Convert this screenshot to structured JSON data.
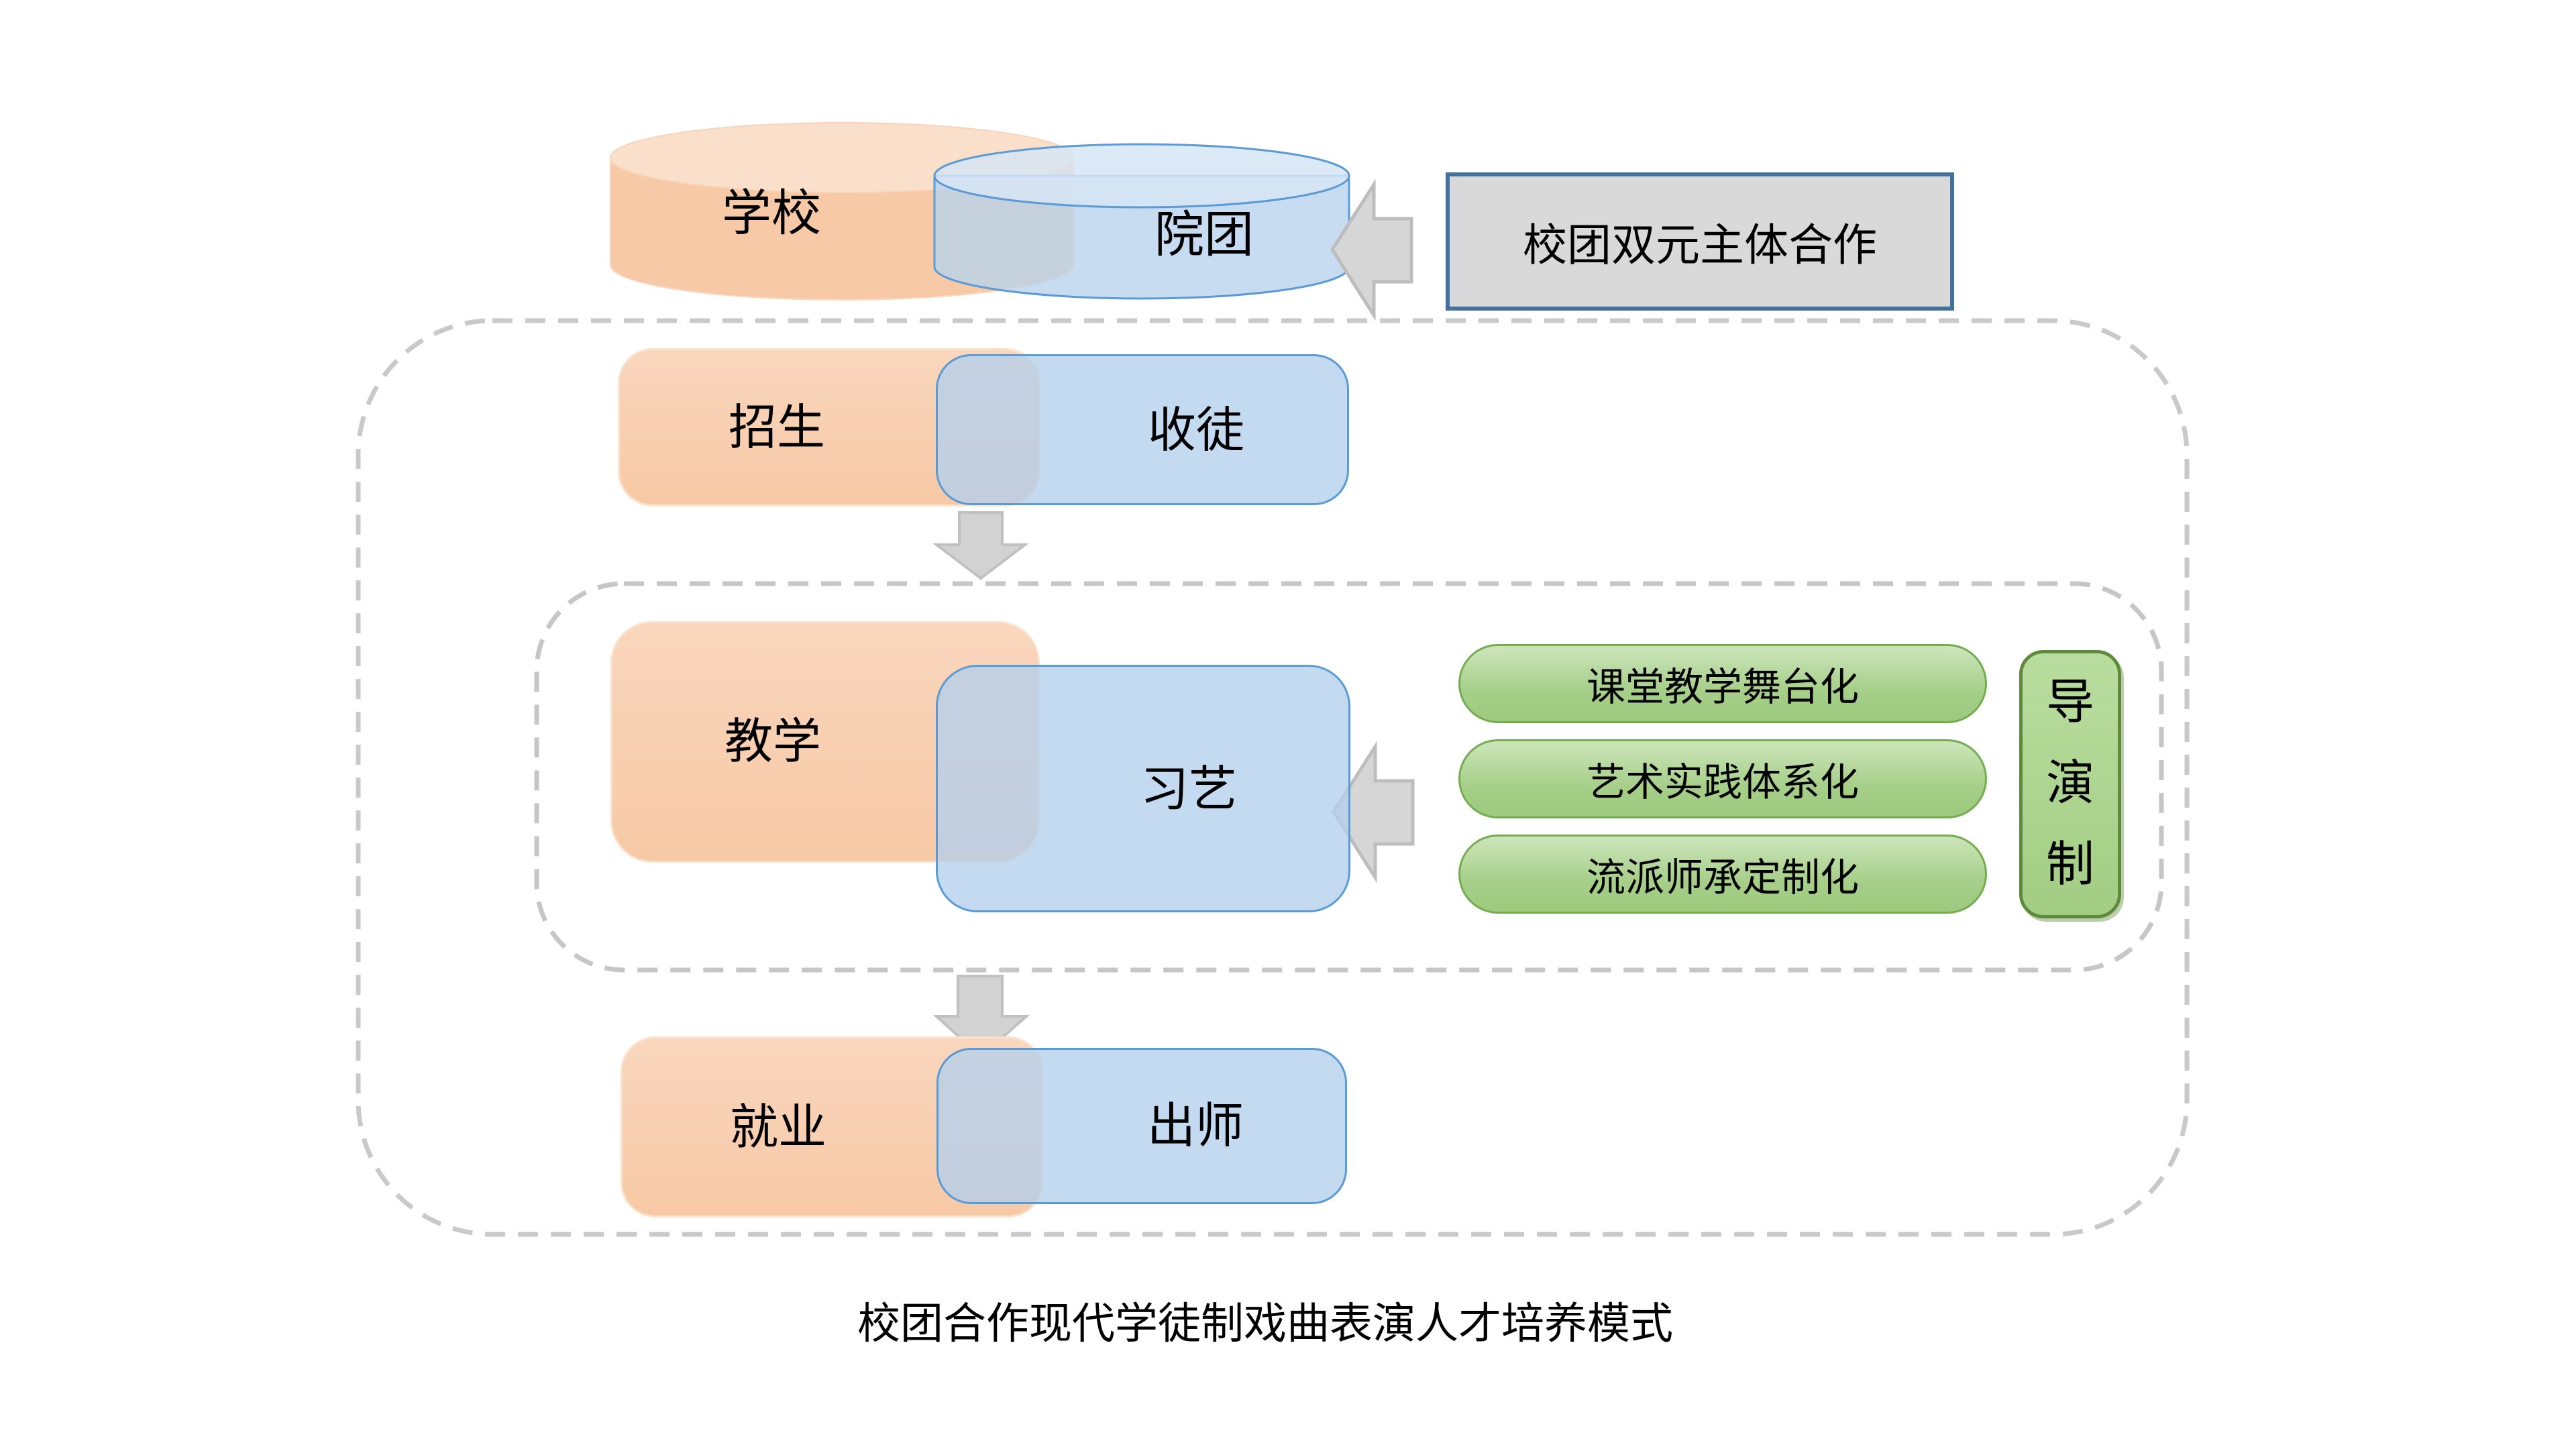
{
  "top": {
    "school": "学校",
    "troupe": "院团",
    "cooperation": "校团双元主体合作"
  },
  "stages": [
    {
      "left": "招生",
      "right": "收徒"
    },
    {
      "left": "教学",
      "right": "习艺"
    },
    {
      "left": "就业",
      "right": "出师"
    }
  ],
  "methods": [
    "课堂教学舞台化",
    "艺术实践体系化",
    "流派师承定制化"
  ],
  "director": "导演制",
  "caption": "校团合作现代学徒制戏曲表演人才培养模式",
  "colors": {
    "orange_fill": "#f8cbad",
    "blue_fill": "#c5d9f1",
    "blue_border": "#5b9bd5",
    "green_fill": "#a9d18e",
    "green_border": "#70ad47",
    "gray_box_fill": "#d9d9d9",
    "gray_box_border": "#41719c",
    "arrow_gray": "#d6d6d6",
    "dash_gray": "#c9c9c9"
  }
}
